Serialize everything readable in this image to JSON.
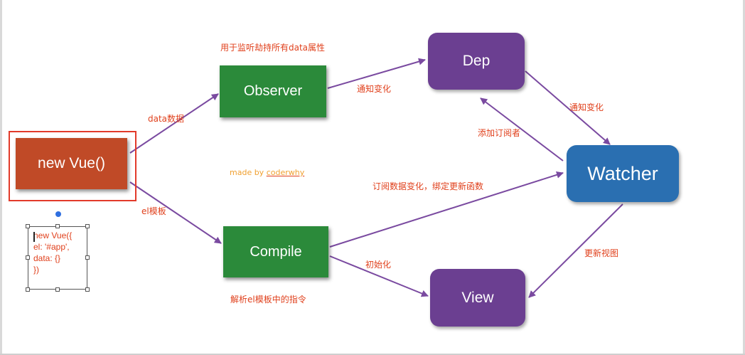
{
  "nodes": {
    "vue": "new Vue()",
    "observer": "Observer",
    "compile": "Compile",
    "dep": "Dep",
    "view": "View",
    "watcher": "Watcher"
  },
  "labels": {
    "observer_note": "用于监听劫持所有data属性",
    "data": "data数据",
    "el_template": "el模板",
    "notify_change_1": "通知变化",
    "notify_change_2": "通知变化",
    "add_subscriber": "添加订阅者",
    "subscribe": "订阅数据变化，绑定更新函数",
    "init": "初始化",
    "update_view": "更新视图",
    "parse": "解析el模板中的指令",
    "made_by_prefix": "made by ",
    "made_by_name": "coderwhy"
  },
  "code": {
    "line1": "new Vue({",
    "line2": "el: '#app',",
    "line3": "data: {}",
    "line4": "})"
  },
  "colors": {
    "arrow": "#7a4aa0",
    "label": "#e0401c",
    "green": "#2b8a3a",
    "purple": "#6b3f91",
    "blue": "#2a6fb1",
    "red": "#c04a27"
  }
}
